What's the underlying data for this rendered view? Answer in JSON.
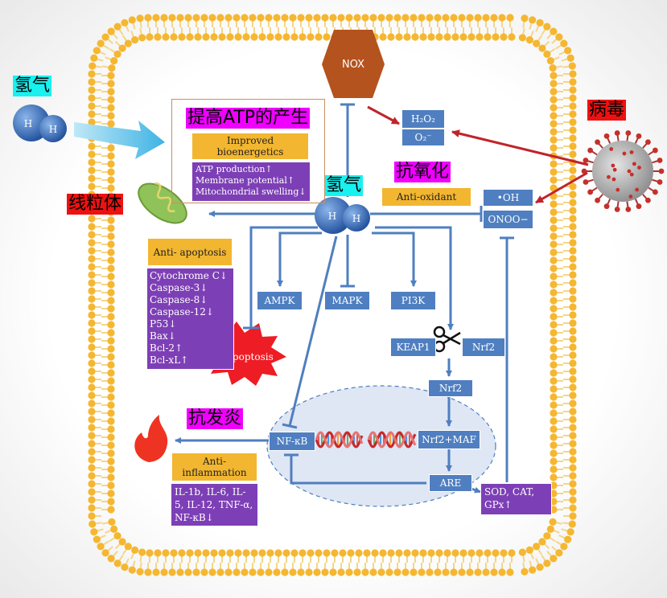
{
  "labels": {
    "nox": "NOX",
    "h_atom": "H",
    "hydrogen_gas_left": "氢气",
    "hydrogen_gas_center": "氢气",
    "improve_atp_cn": "提高ATP的产生",
    "improved_bioenergetics": "Improved bioenergetics",
    "bioenergetics_items": [
      "ATP production↑",
      "Membrane potential↑",
      "Mitochondrial swelling↓"
    ],
    "mitochondria_cn": "线粒体",
    "antioxidant_cn": "抗氧化",
    "antioxidant_en": "Anti-oxidant",
    "virus_cn": "病毒",
    "h2o2": "H₂O₂",
    "o2": "O₂⁻",
    "oh": "•OH",
    "onoo": "ONOO−",
    "anti_apoptosis": "Anti- apoptosis",
    "apoptosis_items": [
      "Cytochrome C↓",
      "Caspase-3↓",
      "Caspase-8↓",
      "Caspase-12↓",
      "P53↓",
      "Bax↓",
      "Bcl-2↑",
      "Bcl-xL↑"
    ],
    "apoptosis": "Apoptosis",
    "ampk": "AMPK",
    "mapk": "MAPK",
    "pi3k": "PI3K",
    "keap1": "KEAP1",
    "nrf2": "Nrf2",
    "nrf2_nuclear": "Nrf2",
    "nrf2_maf": "Nrf2+MAF",
    "are": "ARE",
    "nfkb": "NF-κB",
    "anti_inflammation_cn": "抗发炎",
    "anti_inflammation": "Anti- inflammation",
    "inflammation_items": "IL-1b, IL-6, IL-5, IL-12, TNF-α, NF-κB↓",
    "enzymes": "SOD, CAT, GPx↑"
  },
  "colors": {
    "membrane_head": "#f5b731",
    "membrane_tail": "#f3d68a",
    "node_blue": "#4f7fc0",
    "purple": "#7d3fb6",
    "gold": "#f2b630",
    "nox": "#b4531d",
    "magenta": "#f000ff",
    "red_label": "#ee1111",
    "cyan_label": "#19f0f0",
    "arrow_red": "#c0242b"
  },
  "icons": [
    "hydrogen-molecule-icon",
    "mitochondria-icon",
    "virus-icon",
    "scissors-icon",
    "flame-icon",
    "dna-helix-icon",
    "nox-hexagon-icon"
  ]
}
